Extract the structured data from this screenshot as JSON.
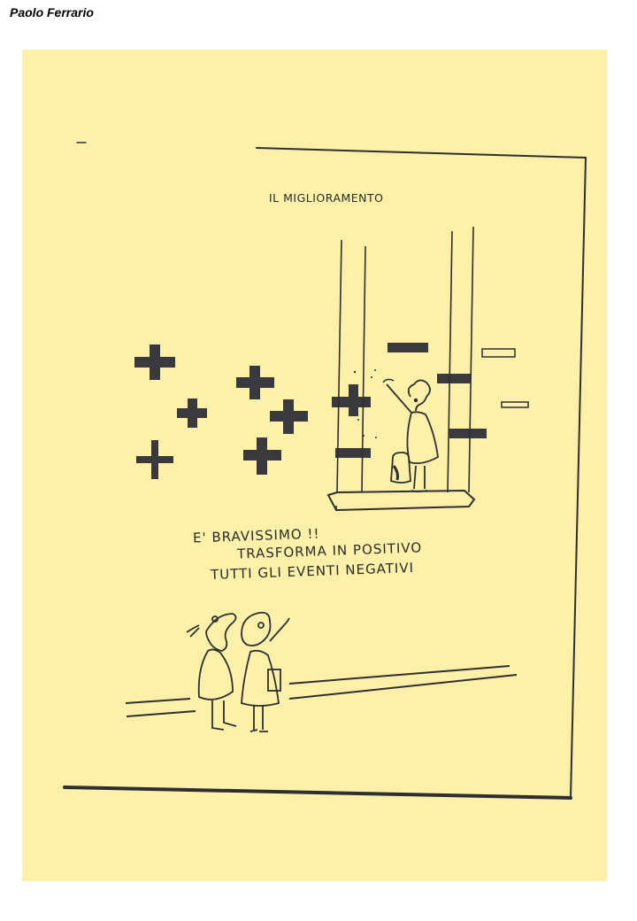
{
  "header": {
    "author": "Paolo Ferrario"
  },
  "cartoon": {
    "title": "IL MIGLIORAMENTO",
    "caption_lines": [
      "E' BRAVISSIMO !!",
      "TRASFORMA IN POSITIVO",
      "TUTTI GLI EVENTI NEGATIVI"
    ],
    "symbols": {
      "plus_count": 7,
      "minus_count": 5,
      "outlined_minus_count": 2
    },
    "colors": {
      "paper": "#fdf0a8",
      "ink": "#2f2f33",
      "page_background": "#ffffff"
    }
  }
}
